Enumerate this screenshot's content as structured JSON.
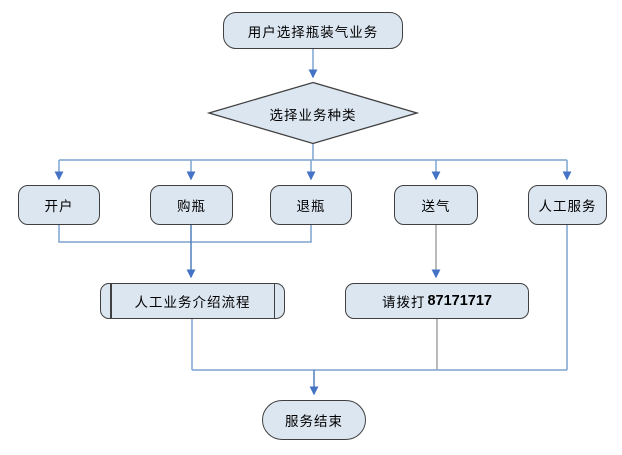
{
  "diagram": {
    "type": "flowchart",
    "background": "#ffffff",
    "colors": {
      "node-fill": "#dce6f1",
      "node-border": "#404040",
      "line-blue": "#7da3d0",
      "line-strong": "#4f81bd",
      "line-gray": "#808080",
      "arrow": "#4472c4",
      "text": "#000000"
    },
    "nodes": {
      "start": {
        "label": "用户选择瓶装气业务",
        "shape": "rounded-rect"
      },
      "decision": {
        "label": "选择业务种类",
        "shape": "diamond"
      },
      "open_account": {
        "label": "开户",
        "shape": "rounded-rect"
      },
      "buy_bottle": {
        "label": "购瓶",
        "shape": "rounded-rect"
      },
      "return_bottle": {
        "label": "退瓶",
        "shape": "rounded-rect"
      },
      "deliver_gas": {
        "label": "送气",
        "shape": "rounded-rect"
      },
      "manual_service": {
        "label": "人工服务",
        "shape": "rounded-rect"
      },
      "manual_intro": {
        "label": "人工业务介绍流程",
        "shape": "predefined-process"
      },
      "call": {
        "prefix": "请拨打",
        "phone": "87171717",
        "shape": "rounded-rect"
      },
      "end": {
        "label": "服务结束",
        "shape": "terminator"
      }
    },
    "edges": [
      {
        "from": "start",
        "to": "decision"
      },
      {
        "from": "decision",
        "to": "open_account"
      },
      {
        "from": "decision",
        "to": "buy_bottle"
      },
      {
        "from": "decision",
        "to": "return_bottle"
      },
      {
        "from": "decision",
        "to": "deliver_gas"
      },
      {
        "from": "decision",
        "to": "manual_service"
      },
      {
        "from": "open_account",
        "to": "manual_intro"
      },
      {
        "from": "buy_bottle",
        "to": "manual_intro"
      },
      {
        "from": "return_bottle",
        "to": "manual_intro"
      },
      {
        "from": "deliver_gas",
        "to": "call"
      },
      {
        "from": "manual_intro",
        "to": "end"
      },
      {
        "from": "call",
        "to": "end"
      },
      {
        "from": "manual_service",
        "to": "end"
      }
    ]
  }
}
